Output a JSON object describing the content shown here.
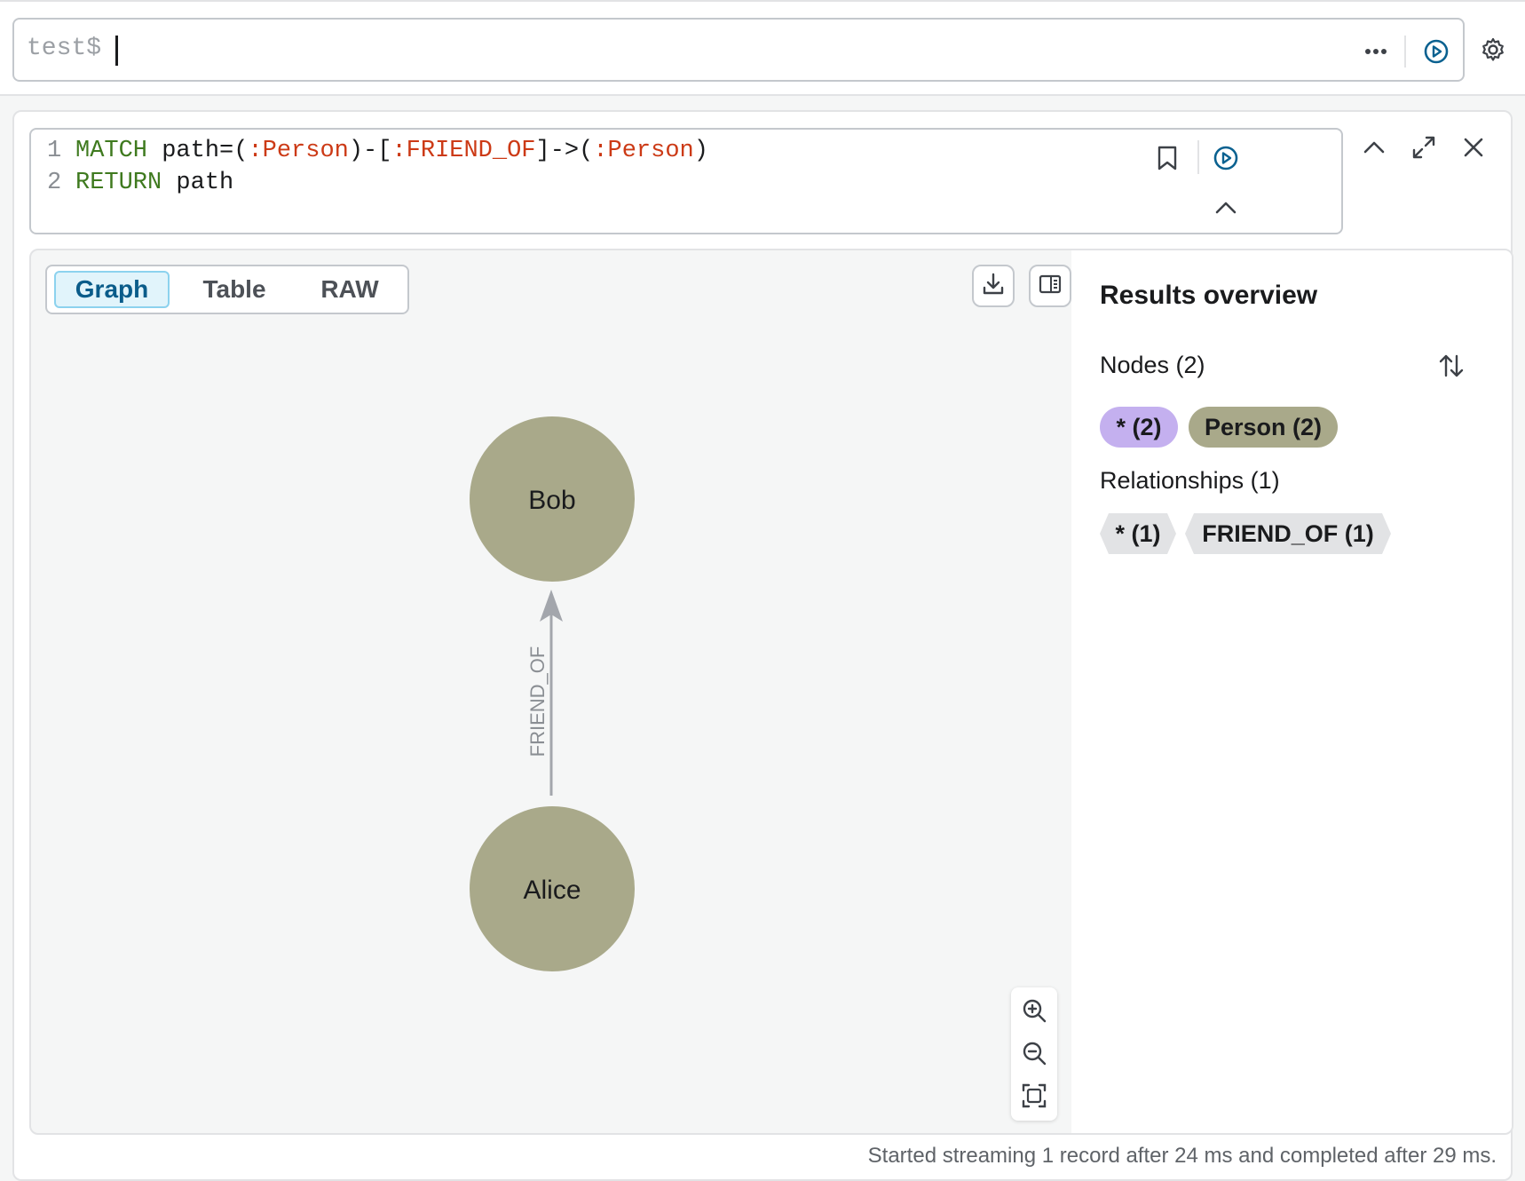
{
  "prompt": {
    "text": "test$"
  },
  "editor": {
    "line1": {
      "num": "1",
      "p1": "MATCH",
      "p2": " path=(",
      "p3": ":Person",
      "p4": ")-[",
      "p5": ":FRIEND_OF",
      "p6": "]->(",
      "p7": ":Person",
      "p8": ")"
    },
    "line2": {
      "num": "2",
      "p1": "RETURN",
      "p2": " path"
    }
  },
  "tabs": [
    "Graph",
    "Table",
    "RAW"
  ],
  "graph": {
    "nodes": [
      "Bob",
      "Alice"
    ],
    "relationship": "FRIEND_OF",
    "node_color": "#a9a98a"
  },
  "overview": {
    "title": "Results overview",
    "nodes_header": "Nodes (2)",
    "node_chips": [
      "* (2)",
      "Person (2)"
    ],
    "rels_header": "Relationships (1)",
    "rel_chips": [
      "* (1)",
      "FRIEND_OF (1)"
    ]
  },
  "status": "Started streaming 1 record after 24 ms and completed after 29 ms.",
  "colors": {
    "accent": "#0a6190",
    "star_chip": "#c4b0ef",
    "person_chip": "#a9a98a"
  }
}
